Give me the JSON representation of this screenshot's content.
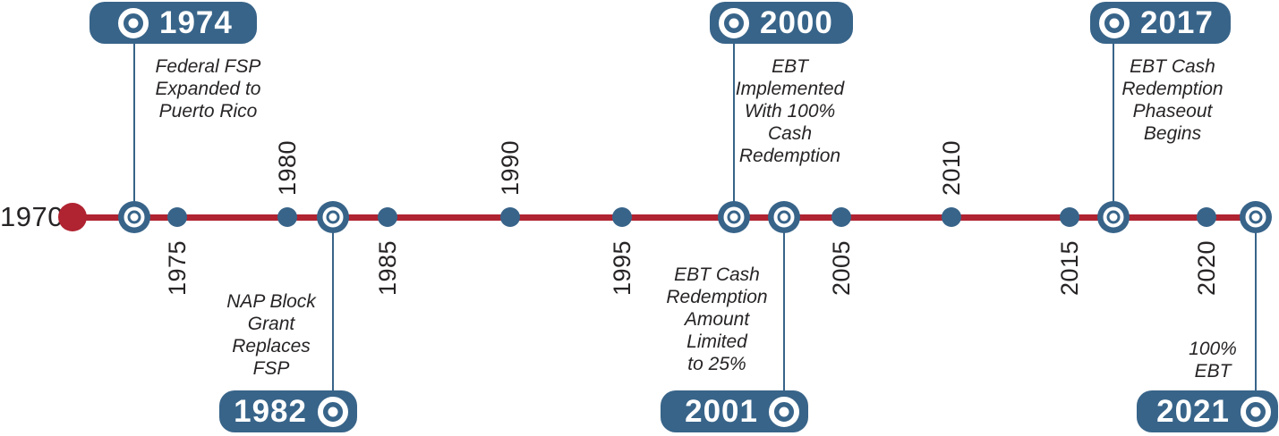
{
  "colors": {
    "accent_blue": "#386489",
    "accent_red": "#b02331",
    "text": "#272425",
    "badge_text": "#ffffff"
  },
  "timeline": {
    "start_label": "1970",
    "ticks": [
      {
        "year": "1975",
        "position": "below"
      },
      {
        "year": "1980",
        "position": "above"
      },
      {
        "year": "1985",
        "position": "below"
      },
      {
        "year": "1990",
        "position": "above"
      },
      {
        "year": "1995",
        "position": "below"
      },
      {
        "year": "2005",
        "position": "below"
      },
      {
        "year": "2010",
        "position": "above"
      },
      {
        "year": "2015",
        "position": "below"
      },
      {
        "year": "2020",
        "position": "below"
      }
    ]
  },
  "events": [
    {
      "year": "1974",
      "side": "top",
      "desc_lines": [
        "Federal FSP",
        "Expanded to",
        "Puerto Rico"
      ]
    },
    {
      "year": "1982",
      "side": "bottom",
      "desc_lines": [
        "NAP Block",
        "Grant",
        "Replaces",
        "FSP"
      ]
    },
    {
      "year": "2000",
      "side": "top",
      "desc_lines": [
        "EBT",
        "Implemented",
        "With 100%",
        "Cash",
        "Redemption"
      ]
    },
    {
      "year": "2001",
      "side": "bottom",
      "desc_lines": [
        "EBT Cash",
        "Redemption",
        "Amount",
        "Limited",
        "to 25%"
      ]
    },
    {
      "year": "2017",
      "side": "top",
      "desc_lines": [
        "EBT Cash",
        "Redemption",
        "Phaseout",
        "Begins"
      ]
    },
    {
      "year": "2021",
      "side": "bottom",
      "desc_lines": [
        "100%",
        "EBT"
      ]
    }
  ]
}
